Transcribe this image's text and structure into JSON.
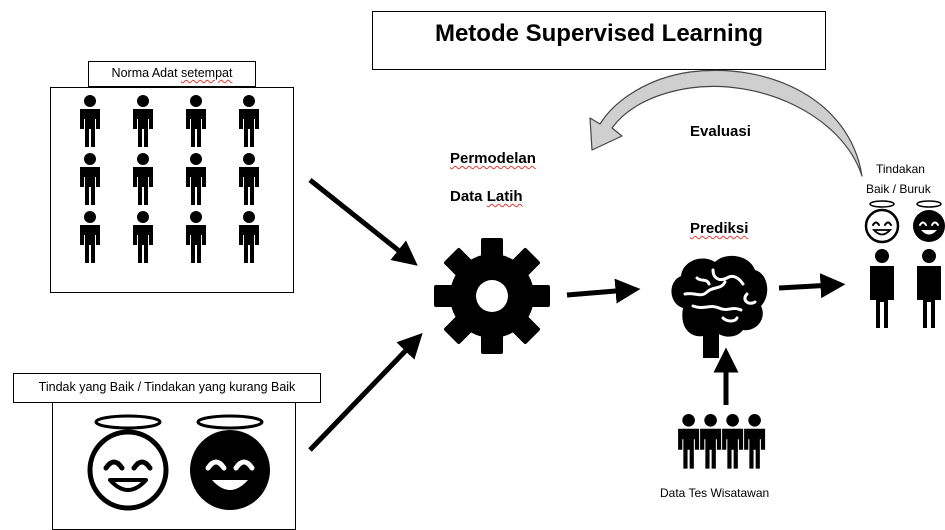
{
  "title": "Metode Supervised Learning",
  "norma_box": {
    "label_prefix": "Norma Adat ",
    "label_word": "setempat"
  },
  "tindak_box": {
    "label": "Tindak yang Baik / Tindakan yang kurang Baik"
  },
  "permodelan": {
    "line1": "Permodelan",
    "line2_prefix": "Data ",
    "line2_word": "Latih"
  },
  "evaluasi": "Evaluasi",
  "prediksi": "Prediksi",
  "tindakan": {
    "line1": "Tindakan",
    "line2": "Baik / Buruk"
  },
  "data_tes": "Data Tes Wisatawan",
  "icons": [
    "person-icon",
    "smiley-halo-icon",
    "gear-icon",
    "brain-icon",
    "group-icon"
  ]
}
